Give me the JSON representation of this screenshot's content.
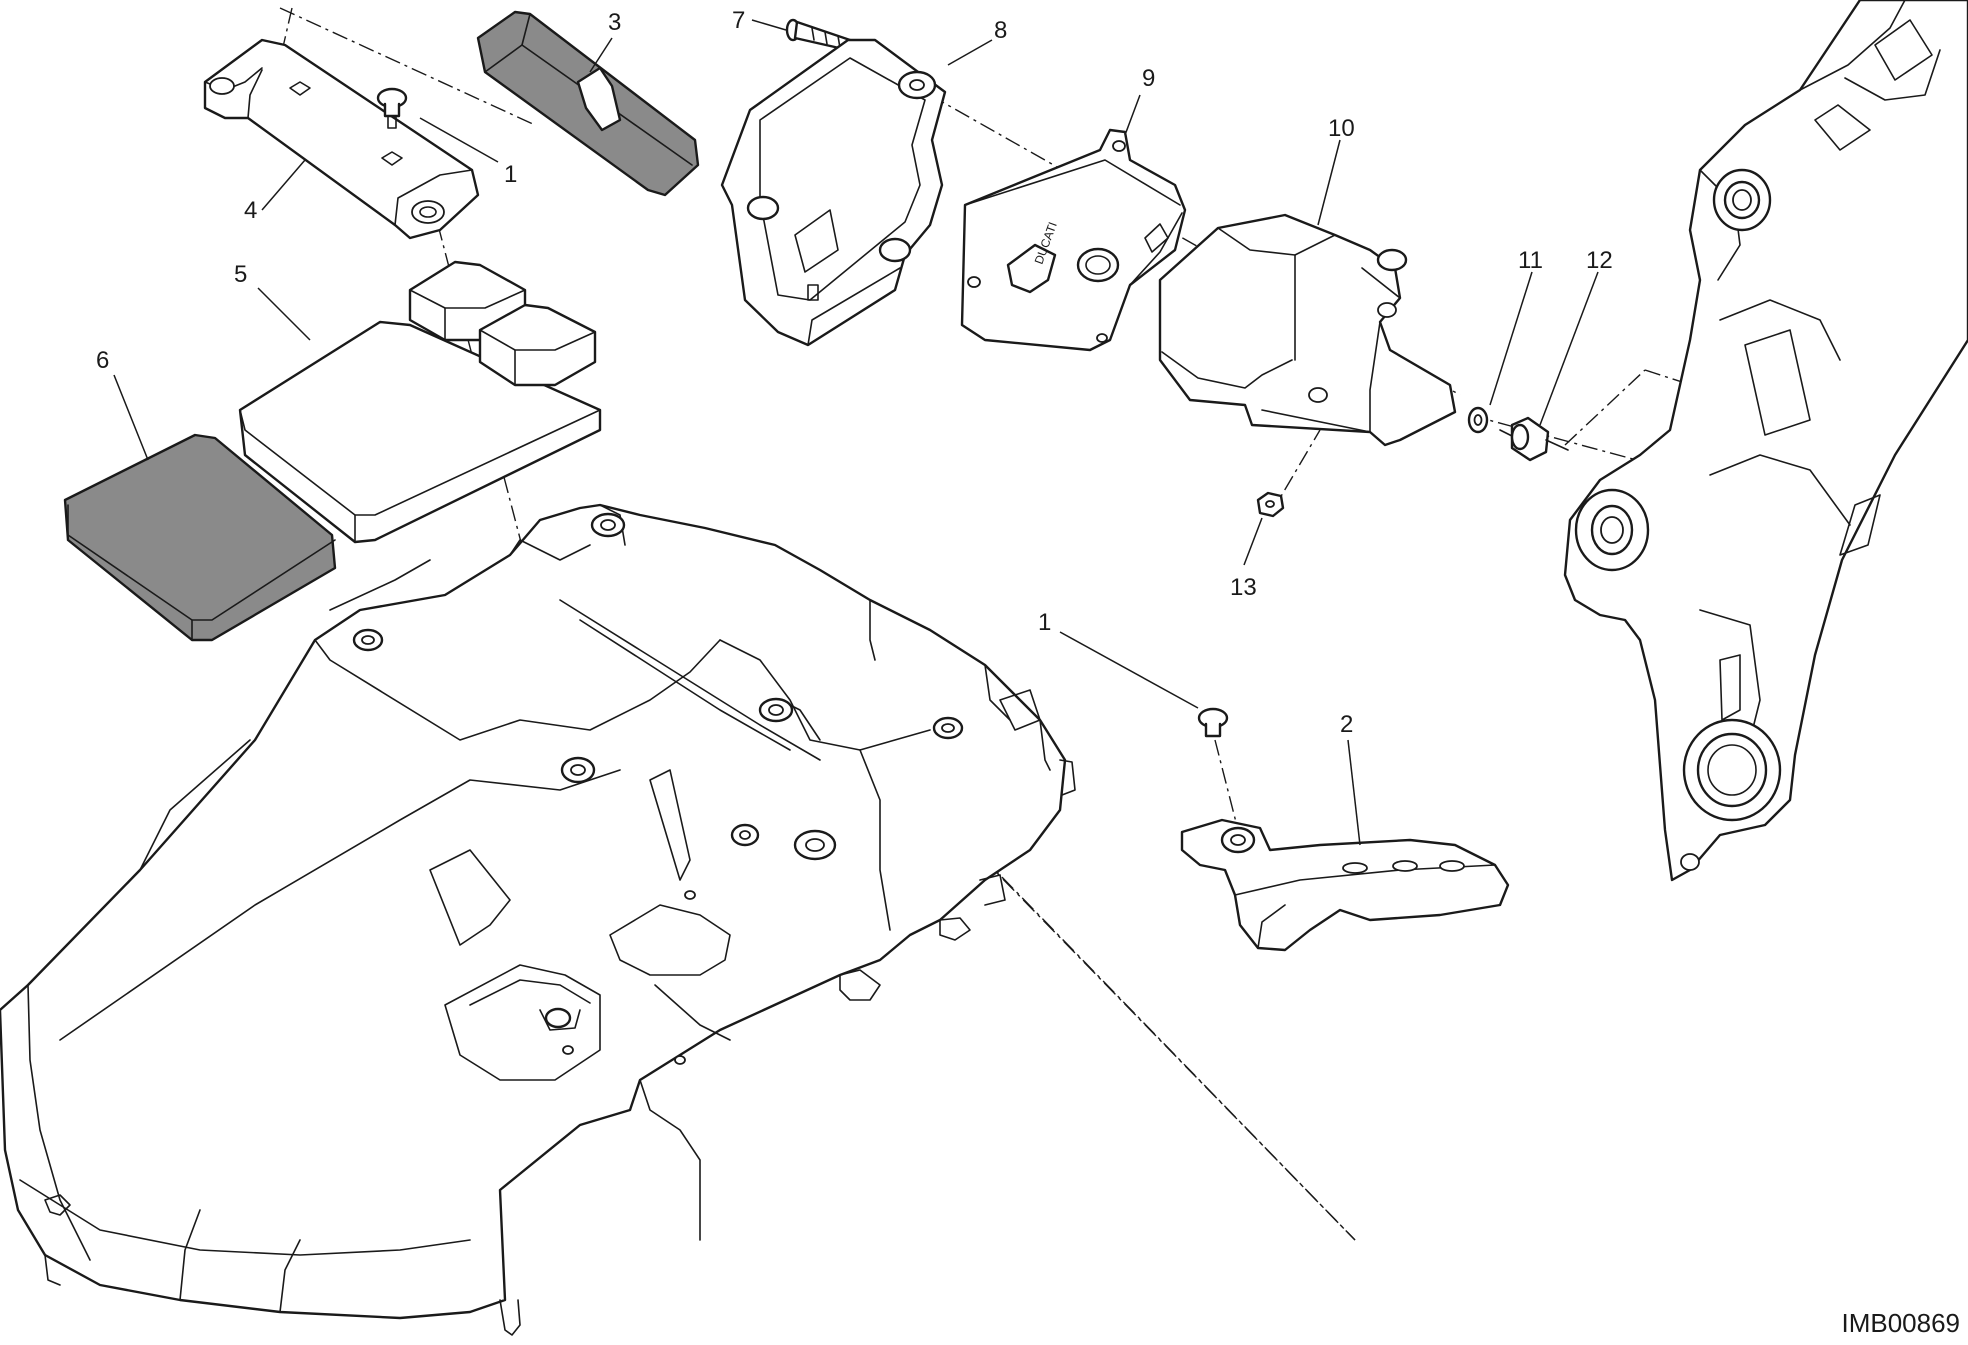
{
  "diagram": {
    "drawing_code": "IMB00869",
    "callouts": [
      "1",
      "3",
      "4",
      "5",
      "6",
      "7",
      "8",
      "9",
      "10",
      "11",
      "12",
      "13",
      "1",
      "2"
    ],
    "brand_mark_text": "DUCATI"
  }
}
